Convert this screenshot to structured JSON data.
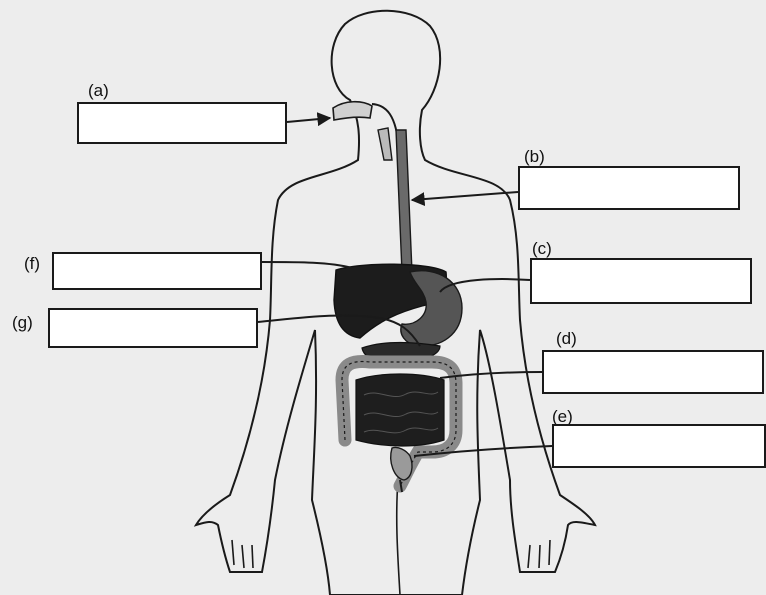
{
  "labels": {
    "a": "(a)",
    "b": "(b)",
    "c": "(c)",
    "d": "(d)",
    "e": "(e)",
    "f": "(f)",
    "g": "(g)"
  },
  "colors": {
    "background": "#ededed",
    "outline": "#1a1a1a",
    "organ_dark": "#1c1c1c",
    "stomach": "#555555",
    "esophagus": "#6a6a6a",
    "colon_wall": "#8a8a8a",
    "answer_box": "#ffffff"
  }
}
